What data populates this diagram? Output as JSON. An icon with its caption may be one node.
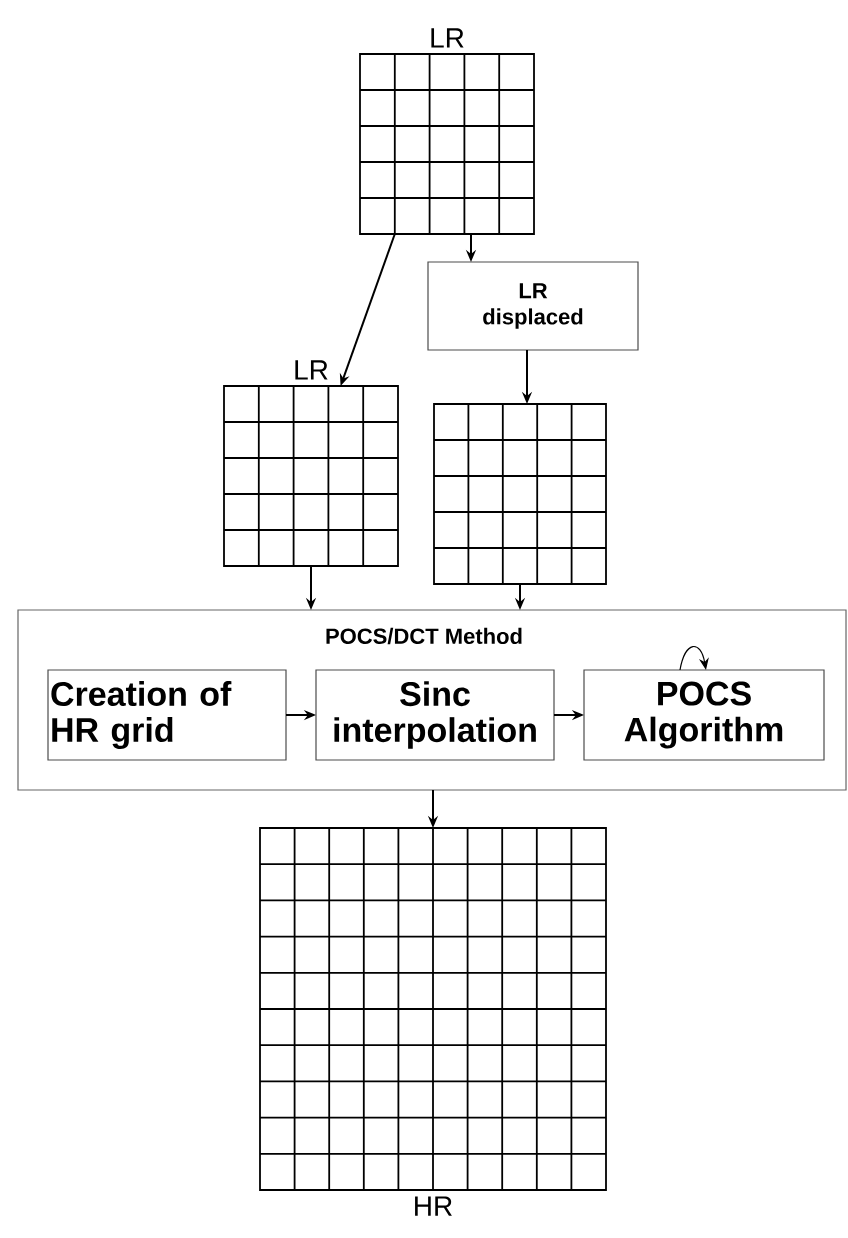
{
  "diagram": {
    "nodes": [
      {
        "text": [
          "LR"
        ]
      },
      {
        "text": [
          "LR displaced"
        ]
      },
      {
        "text": [
          "LR"
        ]
      },
      {
        "text": [],
        "shape": "grid"
      },
      {
        "text": [
          "POCS/DCT Method"
        ]
      },
      {
        "text": [
          "Creation of HR grid"
        ],
        "in": 4
      },
      {
        "text": [
          "Sinc interpolation"
        ],
        "in": 4
      },
      {
        "text": [
          "POCS Algorithm"
        ],
        "in": 4
      },
      {
        "text": [
          "HR"
        ]
      }
    ],
    "edges": [
      {
        "from": 0,
        "to": 2,
        "arrow": "to"
      },
      {
        "from": 0,
        "to": 1,
        "arrow": "to"
      },
      {
        "from": 1,
        "to": 3,
        "arrow": "to"
      },
      {
        "from": 2,
        "to": 4,
        "arrow": "to"
      },
      {
        "from": 3,
        "to": 4,
        "arrow": "to"
      },
      {
        "from": 5,
        "to": 6,
        "arrow": "to"
      },
      {
        "from": 6,
        "to": 7,
        "arrow": "to"
      },
      {
        "from": 7,
        "to": 7,
        "arrow": "to"
      },
      {
        "from": 4,
        "to": 8,
        "arrow": "to"
      }
    ]
  }
}
